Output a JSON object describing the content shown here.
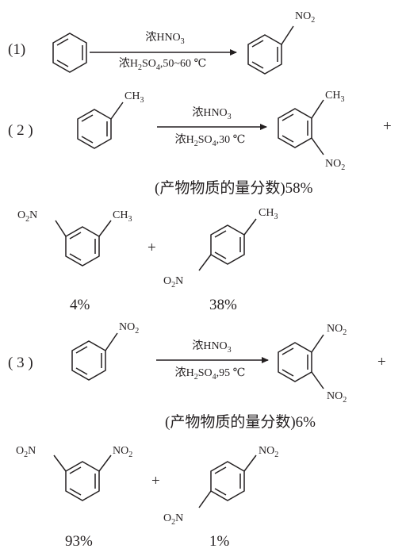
{
  "reaction1": {
    "number": "(1)",
    "reagent_top": "浓HNO3",
    "reagent_bottom": "浓H2SO4,50~60 ℃",
    "product_group": "NO2"
  },
  "reaction2": {
    "number": "( 2 )",
    "reactant_group": "CH3",
    "reagent_top": "浓HNO3",
    "reagent_bottom": "浓H2SO4,30 ℃",
    "product_ortho_groups": [
      "CH3",
      "NO2"
    ],
    "plus": "+",
    "note": "(产物物质的量分数)58%",
    "meta_groups": [
      "O2N",
      "CH3"
    ],
    "meta_pct": "4%",
    "para_groups": [
      "CH3",
      "O2N"
    ],
    "para_pct": "38%",
    "plus2": "+"
  },
  "reaction3": {
    "number": "( 3 )",
    "reactant_group": "NO2",
    "reagent_top": "浓HNO3",
    "reagent_bottom": "浓H2SO4,95 ℃",
    "product_ortho_groups": [
      "NO2",
      "NO2"
    ],
    "plus": "+",
    "note": "(产物物质的量分数)6%",
    "meta_groups": [
      "O2N",
      "NO2"
    ],
    "meta_pct": "93%",
    "para_groups": [
      "NO2",
      "O2N"
    ],
    "para_pct": "1%",
    "plus2": "+"
  }
}
